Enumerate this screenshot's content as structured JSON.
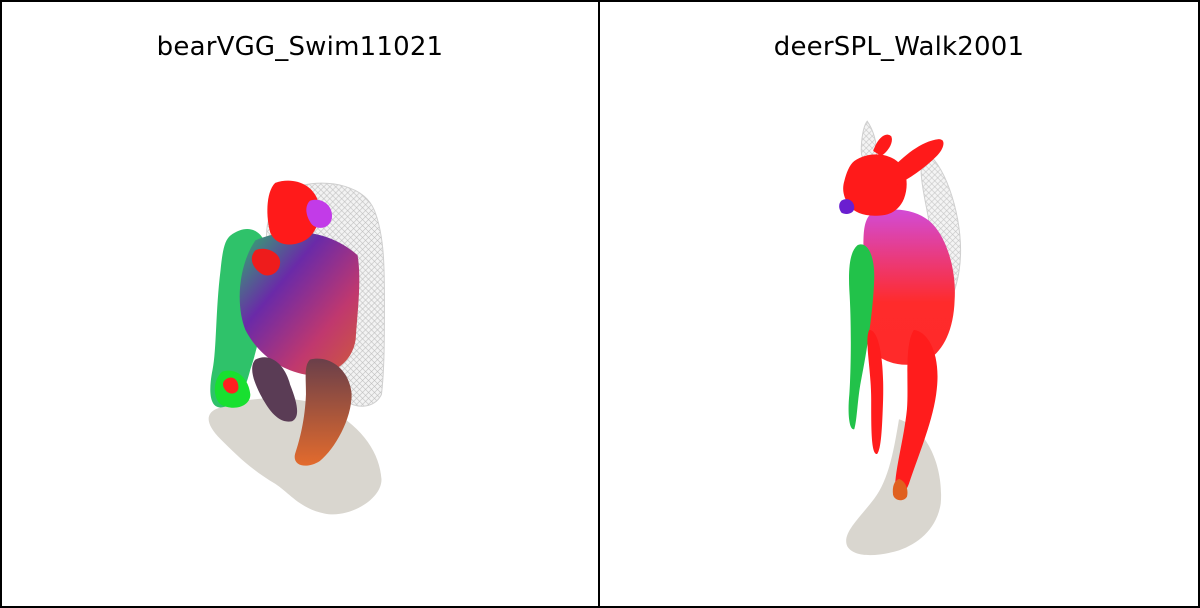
{
  "panels": [
    {
      "title": "bearVGG_Swim11021",
      "subject": "bear-mesh-render"
    },
    {
      "title": "deerSPL_Walk2001",
      "subject": "deer-mesh-render"
    }
  ],
  "colors": {
    "border": "#000000",
    "background": "#ffffff",
    "shadow": "#d9d6cf",
    "mesh_wire": "#e6e6e6",
    "red": "#ff1a1a",
    "green": "#22d34a",
    "purple": "#b833e6",
    "orange": "#e86a2a"
  }
}
